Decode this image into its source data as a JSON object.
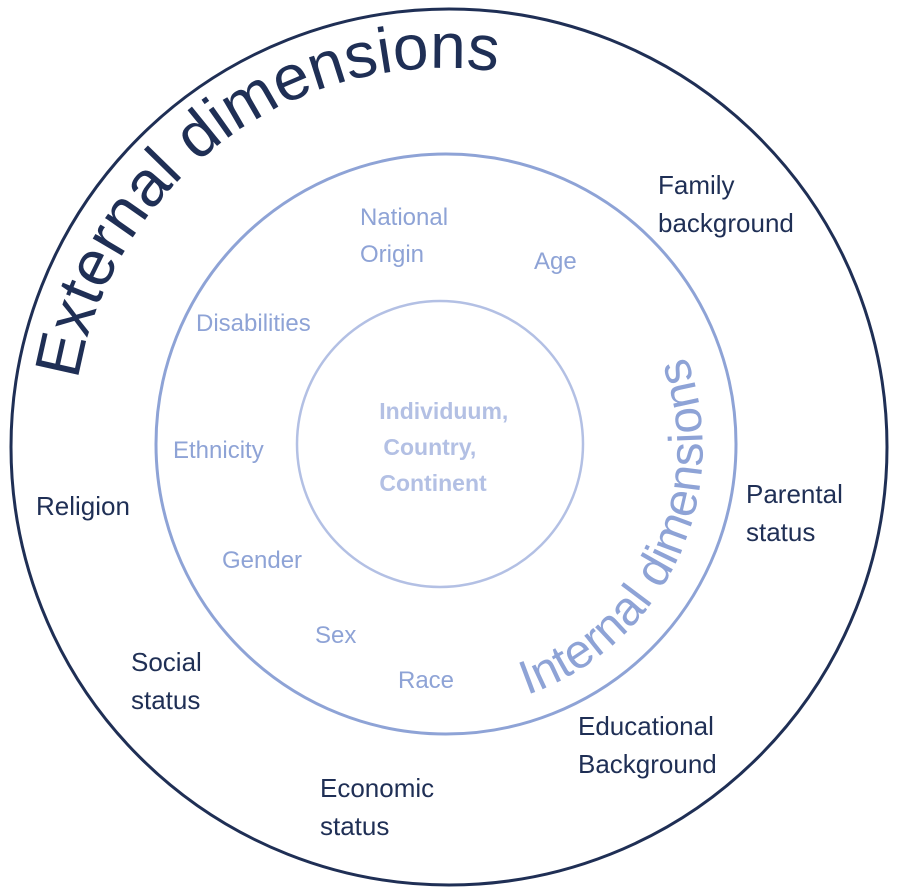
{
  "colors": {
    "outer_ring": "#1f2f55",
    "middle_ring": "#8ea3d6",
    "inner_ring": "#b3c0e4",
    "outer_text": "#1f2f55",
    "middle_text": "#8ea3d6",
    "center_text": "#b3c0e4"
  },
  "arc_titles": {
    "external": "External dimensions",
    "internal": "Internal dimensions"
  },
  "outer_labels": {
    "family_background": [
      "Family",
      "background"
    ],
    "parental_status": [
      "Parental",
      "status"
    ],
    "educational_background": [
      "Educational",
      "Background"
    ],
    "economic_status": [
      "Economic",
      "status"
    ],
    "social_status": [
      "Social",
      "status"
    ],
    "religion": [
      "Religion"
    ]
  },
  "middle_labels": {
    "national_origin": [
      "National",
      "Origin"
    ],
    "age": [
      "Age"
    ],
    "disabilities": [
      "Disabilities"
    ],
    "ethnicity": [
      "Ethnicity"
    ],
    "gender": [
      "Gender"
    ],
    "sex": [
      "Sex"
    ],
    "race": [
      "Race"
    ]
  },
  "center_label": [
    "Individuum,",
    "Country,",
    "Continent"
  ]
}
